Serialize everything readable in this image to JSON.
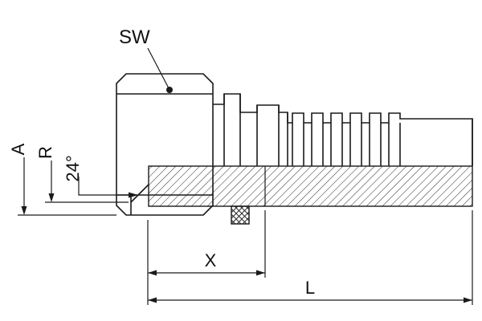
{
  "canvas": {
    "background": "#ffffff",
    "line_color": "#1a1a1a"
  },
  "callouts": {
    "sw_label": "SW",
    "a_label": "A",
    "r_label": "R",
    "angle_label": "24°",
    "x_label": "X",
    "l_label": "L"
  }
}
